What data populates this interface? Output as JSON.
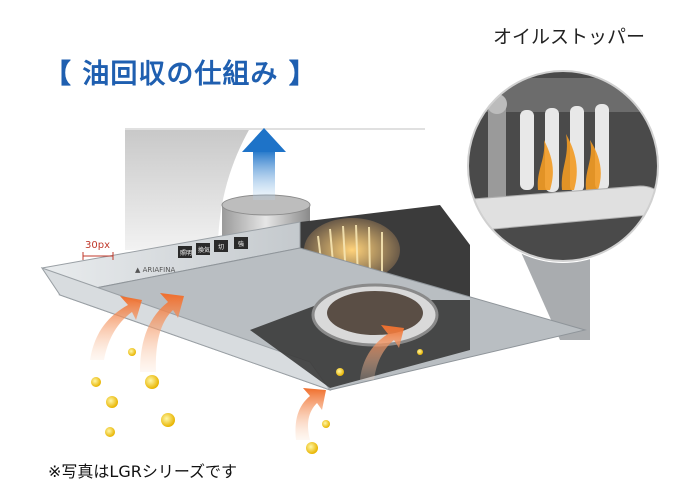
{
  "title": "【 油回収の仕組み 】",
  "callout_label": "オイルストッパー",
  "footnote": "※写真はLGRシリーズです",
  "scale_label": "30px",
  "control_panel": {
    "brand_mark": "▲ ARIAFINA",
    "buttons": [
      "照明",
      "換気",
      "切",
      "強"
    ]
  },
  "colors": {
    "accent": "#1f5fb0",
    "airflow_arrow": "#f08a3c",
    "oil_particle": "#f5c400",
    "exhaust_arrow": "#1e73c8",
    "hood_body": "#d6dadd"
  },
  "icons": {
    "exhaust-arrow": "upward blue arrow",
    "intake-arrow": "curved orange arrow",
    "oil-particle": "yellow dot"
  }
}
